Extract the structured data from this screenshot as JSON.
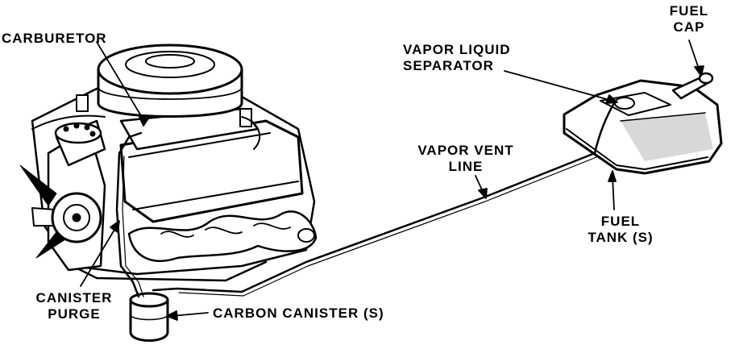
{
  "colors": {
    "ink": "#000000",
    "paper": "#ffffff",
    "shade": "#d8d8d8"
  },
  "labels": {
    "carburetor": "CARBURETOR",
    "vapor_liquid_separator_line1": "VAPOR LIQUID",
    "vapor_liquid_separator_line2": "SEPARATOR",
    "fuel_cap_line1": "FUEL",
    "fuel_cap_line2": "CAP",
    "vapor_vent_line_line1": "VAPOR VENT",
    "vapor_vent_line_line2": "LINE",
    "fuel_tank_line1": "FUEL",
    "fuel_tank_line2": "TANK (S)",
    "canister_purge_line1": "CANISTER",
    "canister_purge_line2": "PURGE",
    "carbon_canister": "CARBON CANISTER (S)"
  }
}
